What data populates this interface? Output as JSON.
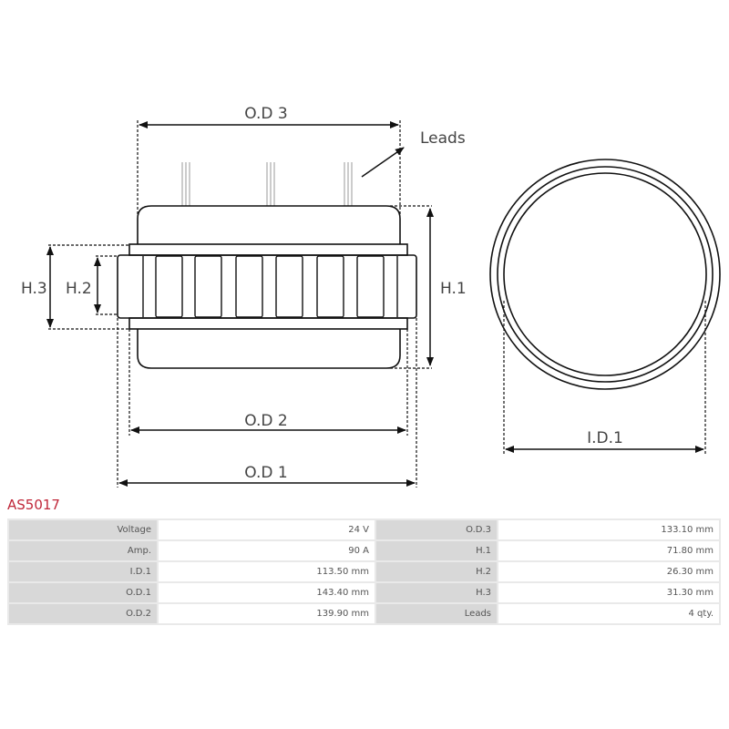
{
  "diagram": {
    "labels": {
      "od3": "O.D 3",
      "leads": "Leads",
      "h1": "H.1",
      "h2": "H.2",
      "h3": "H.3",
      "od2": "O.D 2",
      "od1": "O.D 1",
      "id1": "I.D.1"
    }
  },
  "product": {
    "code": "AS5017"
  },
  "specs": {
    "rows": [
      {
        "label": "Voltage",
        "value": "24 V",
        "label2": "O.D.3",
        "value2": "133.10 mm"
      },
      {
        "label": "Amp.",
        "value": "90 A",
        "label2": "H.1",
        "value2": "71.80 mm"
      },
      {
        "label": "I.D.1",
        "value": "113.50 mm",
        "label2": "H.2",
        "value2": "26.30 mm"
      },
      {
        "label": "O.D.1",
        "value": "143.40 mm",
        "label2": "H.3",
        "value2": "31.30 mm"
      },
      {
        "label": "O.D.2",
        "value": "139.90 mm",
        "label2": "Leads",
        "value2": "4 qty."
      }
    ]
  },
  "colors": {
    "title": "#c0283a",
    "key_cell": "#d8d8d8",
    "border": "#e9e9e9"
  }
}
